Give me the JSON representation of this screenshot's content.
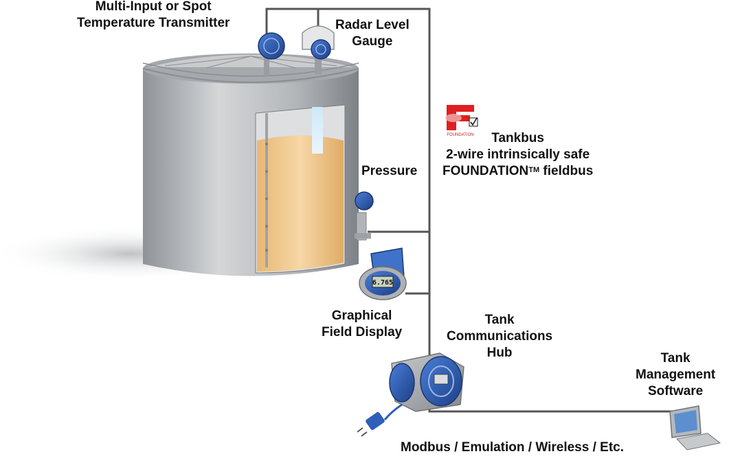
{
  "labels": {
    "temperature_transmitter": [
      "Multi-Input or Spot",
      "Temperature Transmitter"
    ],
    "radar_level_gauge": [
      "Radar Level",
      "Gauge"
    ],
    "tankbus": [
      "Tankbus",
      "2-wire intrinsically safe"
    ],
    "foundation_prefix": "FOUNDATION",
    "foundation_tm": "TM",
    "foundation_suffix": " fieldbus",
    "pressure": "Pressure",
    "graphical_field_display": [
      "Graphical",
      "Field Display"
    ],
    "tank_communications_hub": [
      "Tank",
      "Communications",
      "Hub"
    ],
    "tank_management_software": [
      "Tank",
      "Management",
      "Software"
    ],
    "modbus": "Modbus / Emulation / Wireless / Etc."
  },
  "display_value": "6.765",
  "logo_text": "FOUNDATION",
  "colors": {
    "wire": "#555555",
    "tank_body": "#b9bcbf",
    "liquid": "#f0c98c",
    "device_blue": "#2f5fb8",
    "logo_red": "#e02020"
  }
}
